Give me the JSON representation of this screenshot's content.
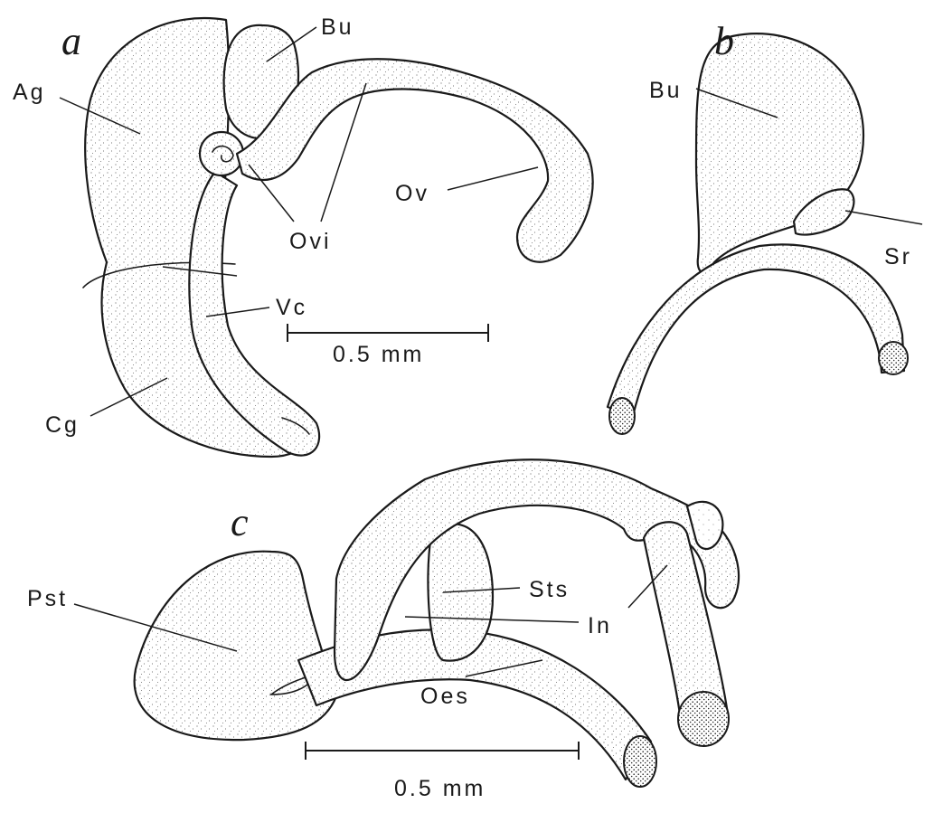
{
  "panels": {
    "a": "a",
    "b": "b",
    "c": "c"
  },
  "labels_a": {
    "bu": "Bu",
    "ag": "Ag",
    "ovi": "Ovi",
    "ov": "Ov",
    "vc": "Vc",
    "cg": "Cg",
    "scale": "0.5 mm"
  },
  "labels_b": {
    "bu": "Bu",
    "sr": "Sr"
  },
  "labels_c": {
    "sts": "Sts",
    "in": "In",
    "pst": "Pst",
    "oes": "Oes",
    "scale": "0.5 mm"
  }
}
